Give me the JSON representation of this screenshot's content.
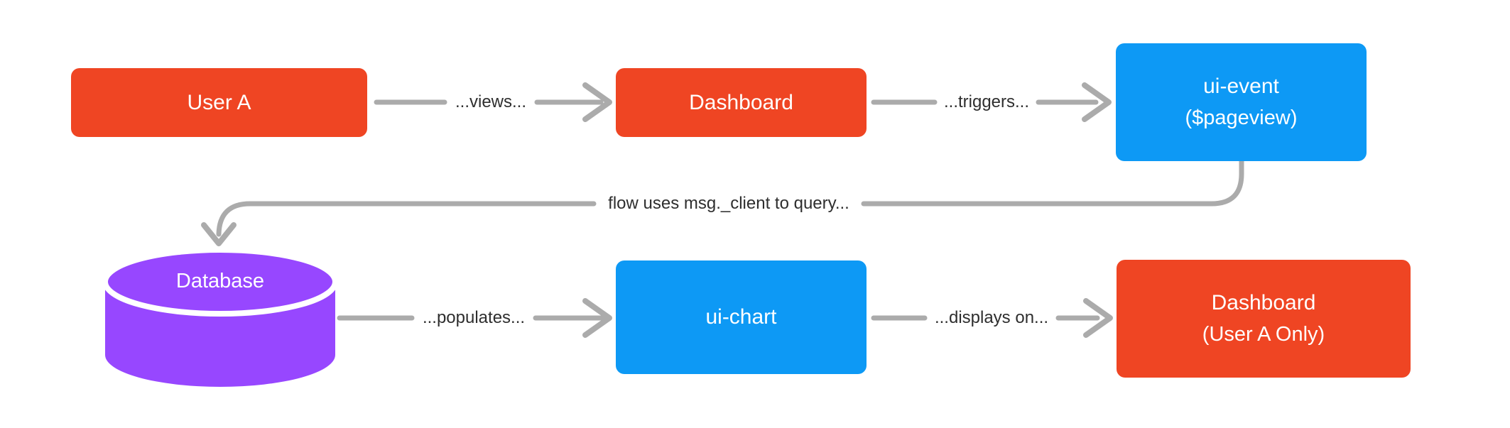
{
  "diagram": {
    "background": "#FFFFFF",
    "colors": {
      "node_orange": "#EF4523",
      "node_blue": "#0D99F5",
      "database_purple": "#9747FF",
      "connector_gray": "#ABABAB",
      "connector_label_text": "#2E2E2E",
      "node_label_text": "#FFFFFF"
    },
    "nodes": [
      {
        "id": "user-a",
        "shape": "rectangle",
        "color": "#EF4523",
        "label": "User A"
      },
      {
        "id": "dashboard",
        "shape": "rectangle",
        "color": "#EF4523",
        "label": "Dashboard"
      },
      {
        "id": "ui-event",
        "shape": "rectangle",
        "color": "#0D99F5",
        "label": "ui-event",
        "sublabel": "($pageview)"
      },
      {
        "id": "database",
        "shape": "cylinder",
        "color": "#9747FF",
        "label": "Database"
      },
      {
        "id": "ui-chart",
        "shape": "rectangle",
        "color": "#0D99F5",
        "label": "ui-chart"
      },
      {
        "id": "dashboard-user-a-only",
        "shape": "rectangle",
        "color": "#EF4523",
        "label": "Dashboard",
        "sublabel": "(User A Only)"
      }
    ],
    "connectors": [
      {
        "id": "views",
        "from": "user-a",
        "to": "dashboard",
        "label": "...views..."
      },
      {
        "id": "triggers",
        "from": "dashboard",
        "to": "ui-event",
        "label": "...triggers..."
      },
      {
        "id": "query",
        "from": "ui-event",
        "to": "database",
        "label": "flow uses msg._client to query..."
      },
      {
        "id": "populates",
        "from": "database",
        "to": "ui-chart",
        "label": "...populates..."
      },
      {
        "id": "displays-on",
        "from": "ui-chart",
        "to": "dashboard-user-a-only",
        "label": "...displays on..."
      }
    ]
  }
}
